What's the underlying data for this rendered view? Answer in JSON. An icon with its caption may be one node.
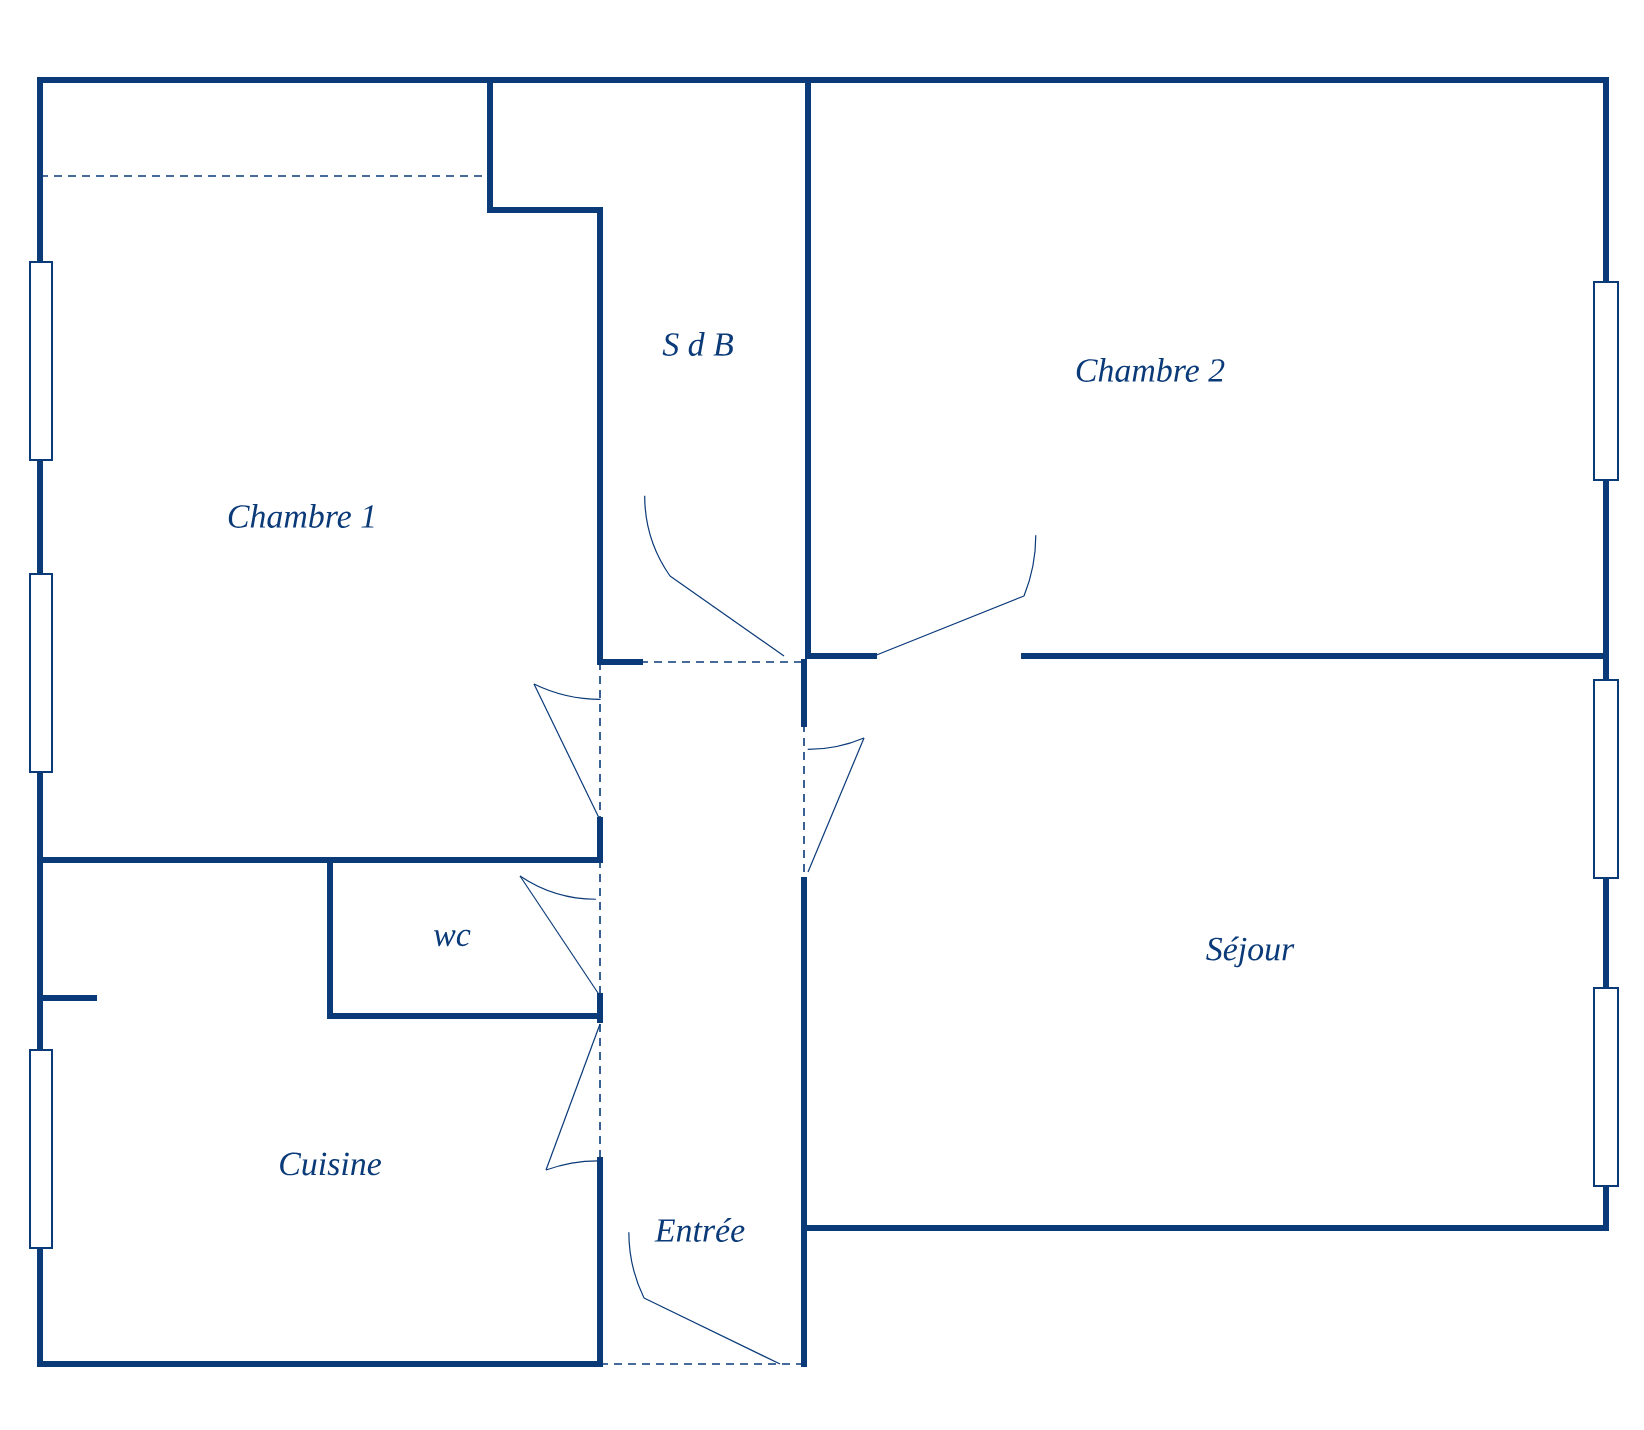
{
  "diagram": {
    "labels": [
      "S d B",
      "Chambre 2",
      "Chambre 1",
      "wc",
      "Séjour",
      "Cuisine",
      "Entrée"
    ]
  }
}
